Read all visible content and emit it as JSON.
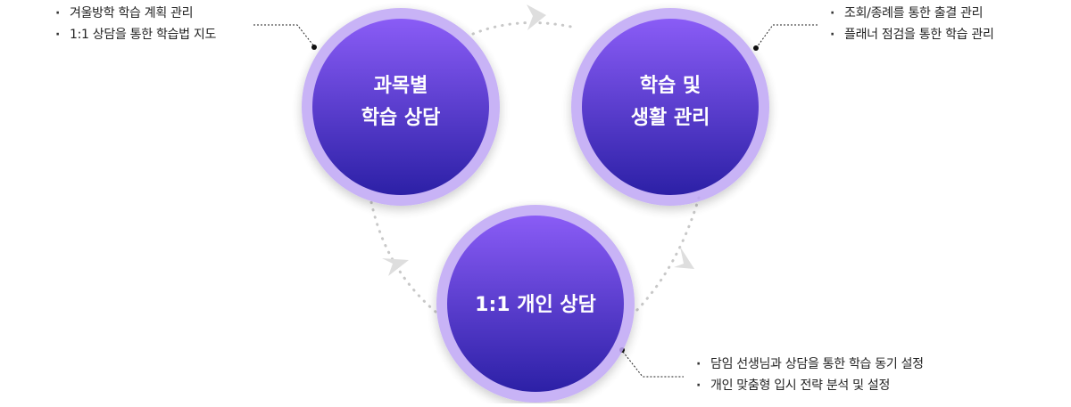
{
  "colors": {
    "circle_top": "#8a5cf6",
    "circle_bottom": "#2c20a6",
    "ring": "#bfa6f5",
    "arrow": "#dedede",
    "dots": "#c8c8c8",
    "leader": "#222222"
  },
  "circles": [
    {
      "id": "subject",
      "lines": [
        "과목별",
        "학습 상담"
      ]
    },
    {
      "id": "life",
      "lines": [
        "학습 및",
        "생활 관리"
      ]
    },
    {
      "id": "one-on-one",
      "lines": [
        "1:1 개인 상담"
      ]
    }
  ],
  "bullets": {
    "top_left": [
      "겨울방학 학습 계획 관리",
      "1:1 상담을 통한 학습법 지도"
    ],
    "top_right": [
      "조회/종례를 통한 출결 관리",
      "플래너 점검을 통한 학습 관리"
    ],
    "bottom_right": [
      "담임 선생님과 상담을 통한 학습 동기 설정",
      "개인 맞춤형 입시 전략 분석 및 설정"
    ]
  }
}
